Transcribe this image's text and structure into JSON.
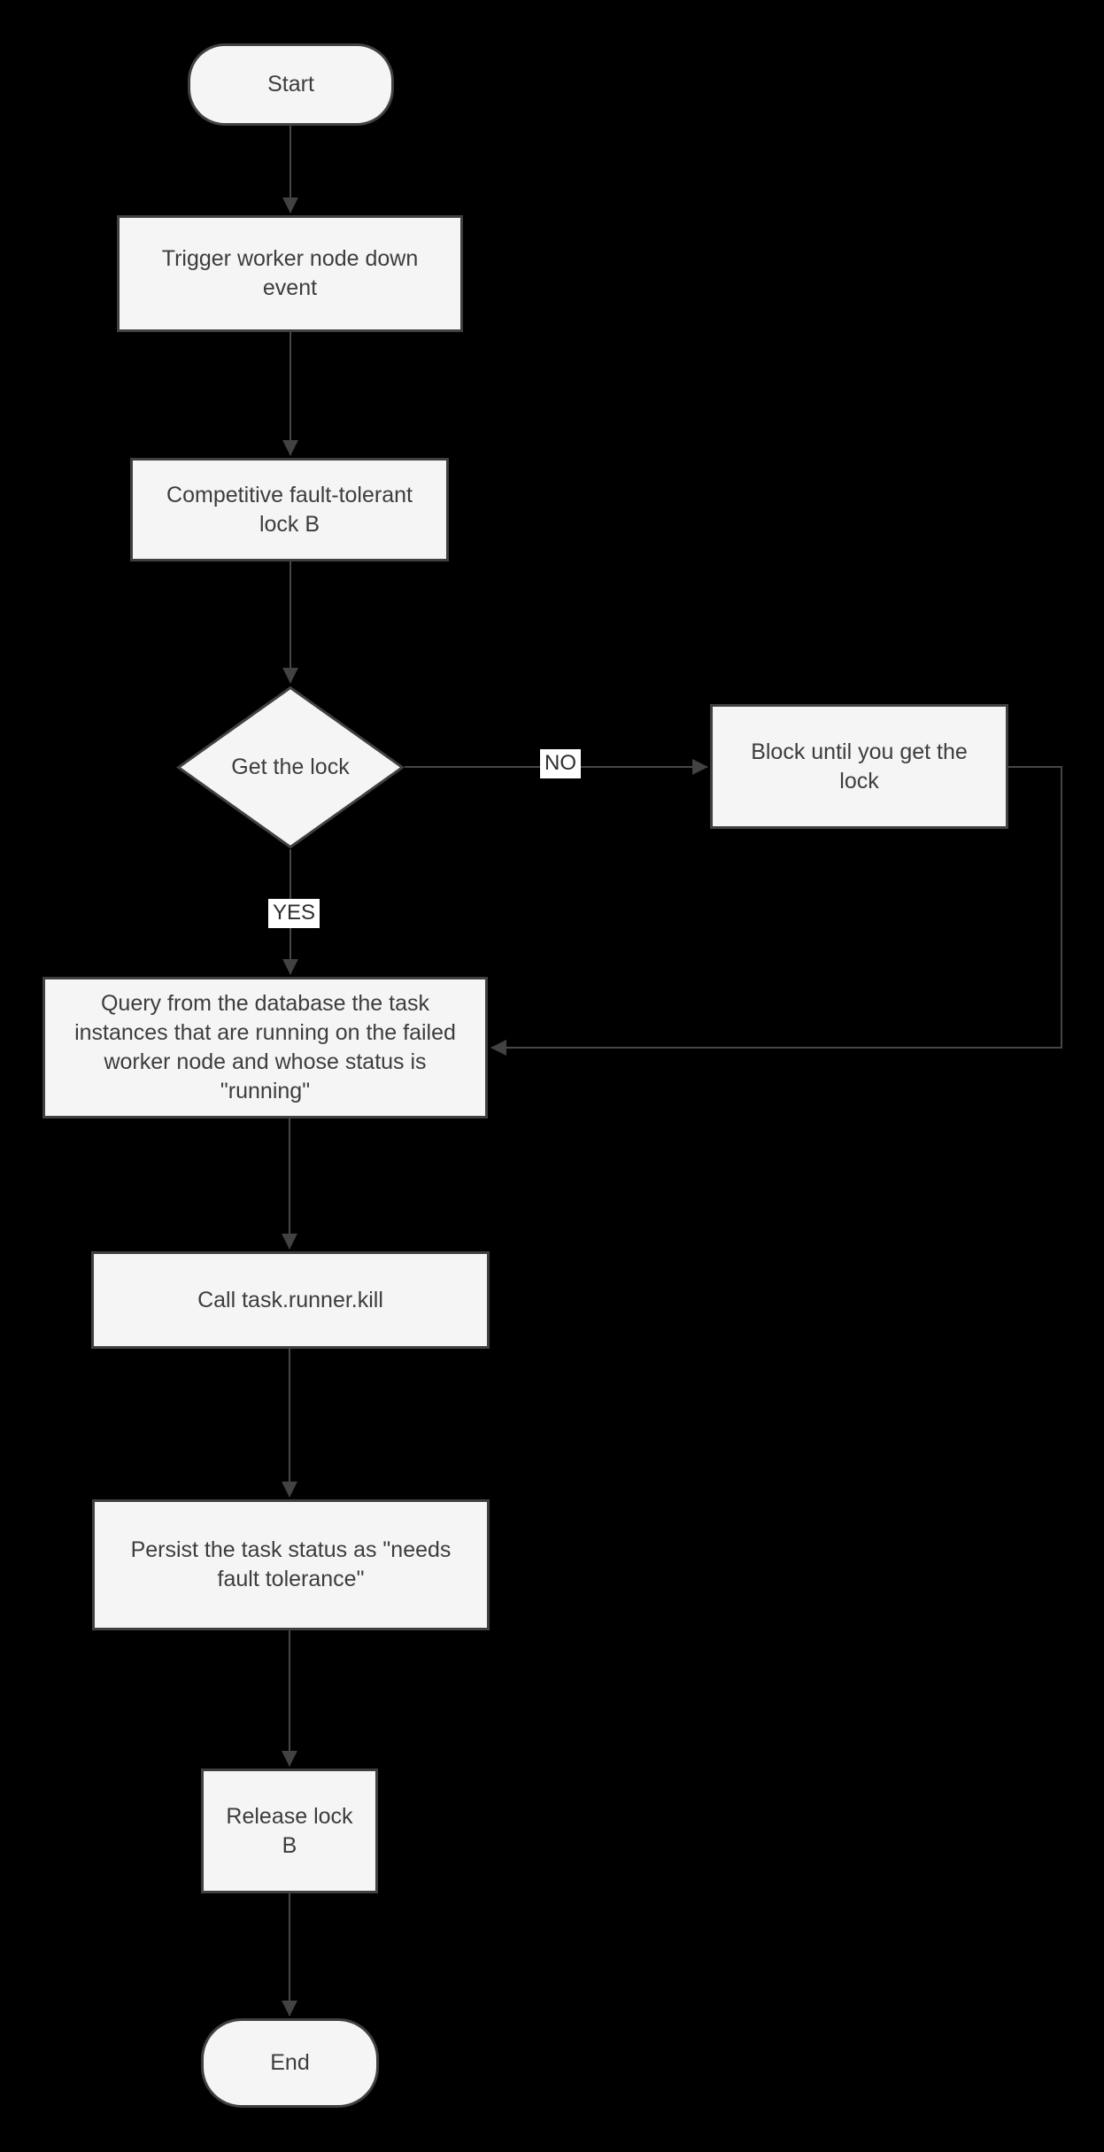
{
  "diagram": {
    "type": "flowchart",
    "colors": {
      "background": "#000000",
      "node_fill": "#f5f5f5",
      "node_border": "#404040",
      "node_text": "#3d3d3d",
      "edge_line": "#474747",
      "edge_label_bg": "#ffffff",
      "edge_label_text": "#2e2e2e"
    },
    "nodes": {
      "start": {
        "shape": "stadium",
        "label": "Start"
      },
      "trigger": {
        "shape": "rect",
        "label": "Trigger worker node down event"
      },
      "lock": {
        "shape": "rect",
        "label": "Competitive fault-tolerant lock B"
      },
      "decision": {
        "shape": "diamond",
        "label": "Get the lock"
      },
      "block": {
        "shape": "rect",
        "label": "Block until you get the lock"
      },
      "query": {
        "shape": "rect",
        "label": "Query from the database the task instances that are running on the failed worker node and whose status is \"running\""
      },
      "kill": {
        "shape": "rect",
        "label": "Call task.runner.kill"
      },
      "persist": {
        "shape": "rect",
        "label": "Persist the task status as \"needs fault tolerance\""
      },
      "release": {
        "shape": "rect",
        "label": "Release lock B"
      },
      "end": {
        "shape": "stadium",
        "label": "End"
      }
    },
    "edge_labels": {
      "no": "NO",
      "yes": "YES"
    },
    "edges": [
      {
        "from": "start",
        "to": "trigger"
      },
      {
        "from": "trigger",
        "to": "lock"
      },
      {
        "from": "lock",
        "to": "decision"
      },
      {
        "from": "decision",
        "to": "block",
        "label": "NO"
      },
      {
        "from": "decision",
        "to": "query",
        "label": "YES"
      },
      {
        "from": "block",
        "to": "query"
      },
      {
        "from": "query",
        "to": "kill"
      },
      {
        "from": "kill",
        "to": "persist"
      },
      {
        "from": "persist",
        "to": "release"
      },
      {
        "from": "release",
        "to": "end"
      }
    ]
  }
}
